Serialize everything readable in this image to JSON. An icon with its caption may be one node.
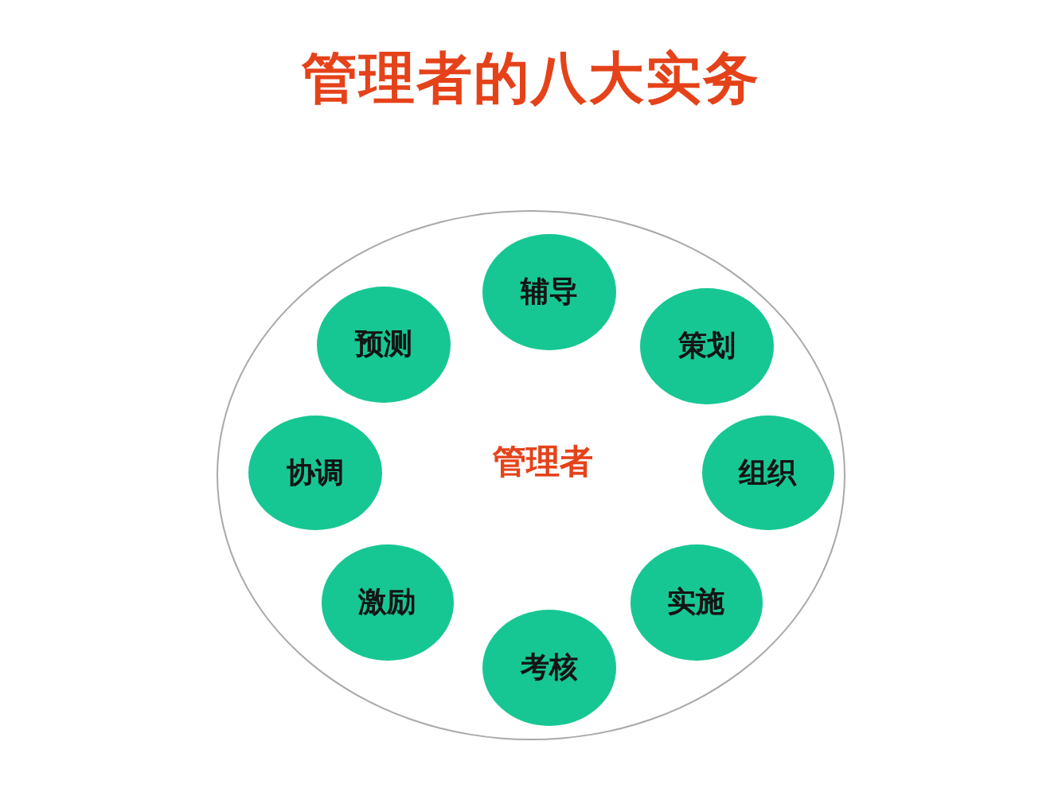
{
  "diagram": {
    "title": "管理者的八大实务",
    "nodes": [
      {
        "text": [
          "管理者"
        ]
      },
      {
        "text": [
          "辅导"
        ],
        "in": 0
      },
      {
        "text": [
          "策划"
        ],
        "in": 0
      },
      {
        "text": [
          "组织"
        ],
        "in": 0
      },
      {
        "text": [
          "实施"
        ],
        "in": 0
      },
      {
        "text": [
          "考核"
        ],
        "in": 0
      },
      {
        "text": [
          "激励"
        ],
        "in": 0
      },
      {
        "text": [
          "协调"
        ],
        "in": 0
      },
      {
        "text": [
          "预测"
        ],
        "in": 0
      }
    ]
  }
}
